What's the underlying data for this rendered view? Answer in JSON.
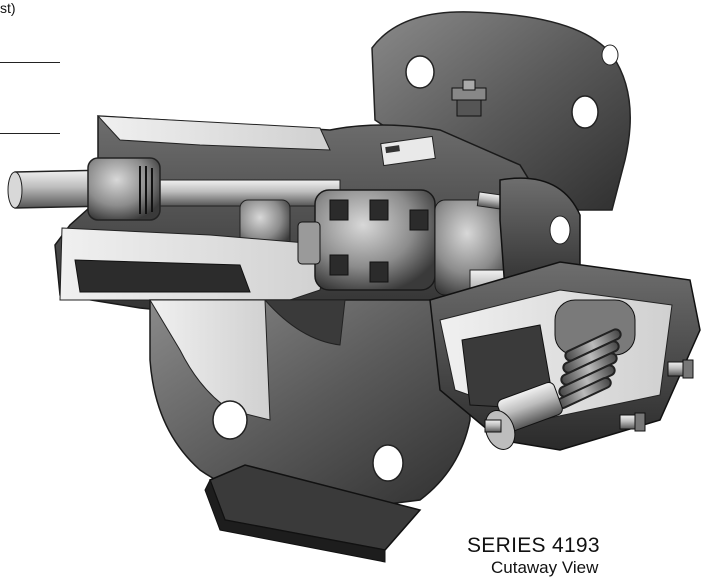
{
  "header_fragment": {
    "text": "st)"
  },
  "caption": {
    "series": "SERIES 4193",
    "subtitle": "Cutaway View"
  },
  "illustration": {
    "name": "pump-cutaway-illustration",
    "colors": {
      "dark": "#2e2e2e",
      "mid": "#7d7d7d",
      "light": "#c9c9c9",
      "highlight": "#ececec"
    }
  }
}
